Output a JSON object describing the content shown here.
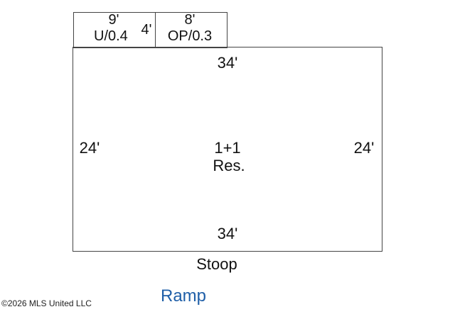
{
  "sketch": {
    "main_room": {
      "top_dim": "34'",
      "bottom_dim": "34'",
      "left_dim": "24'",
      "right_dim": "24'",
      "label_line1": "1+1",
      "label_line2": "Res."
    },
    "unit_u": {
      "dim_top": "9'",
      "label": "U/0.4",
      "dim_side": "4'"
    },
    "unit_op": {
      "dim_top": "8'",
      "label": "OP/0.3"
    },
    "stoop_label": "Stoop",
    "ramp_label": "Ramp",
    "ramp_color": "#1f5fa8"
  },
  "watermark": {
    "text": "©2026 MLS United LLC"
  }
}
